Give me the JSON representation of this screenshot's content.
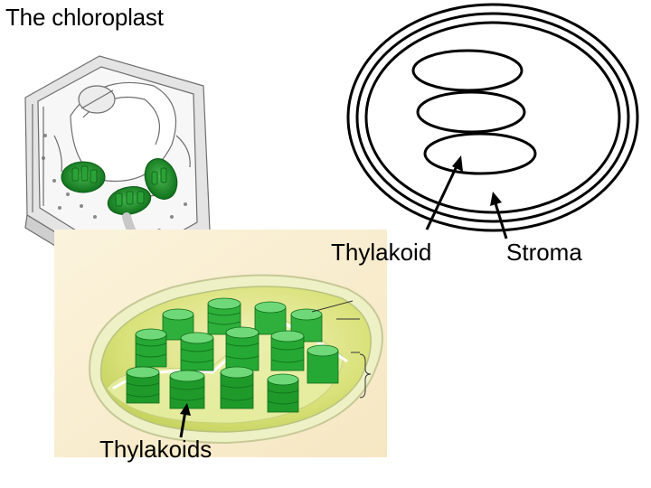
{
  "title": "The chloroplast",
  "labels": {
    "thylakoid": "Thylakoid",
    "stroma": "Stroma",
    "thylakoids": "Thylakoids"
  },
  "colors": {
    "grana_green": "#1f9a2a",
    "grana_dark": "#0c6a16",
    "chloroplast_inner": "#d8e88a",
    "envelope": "#e9ecc0",
    "background_panel": "#fbf1d6",
    "cell_gray": "#9a9a9a"
  }
}
